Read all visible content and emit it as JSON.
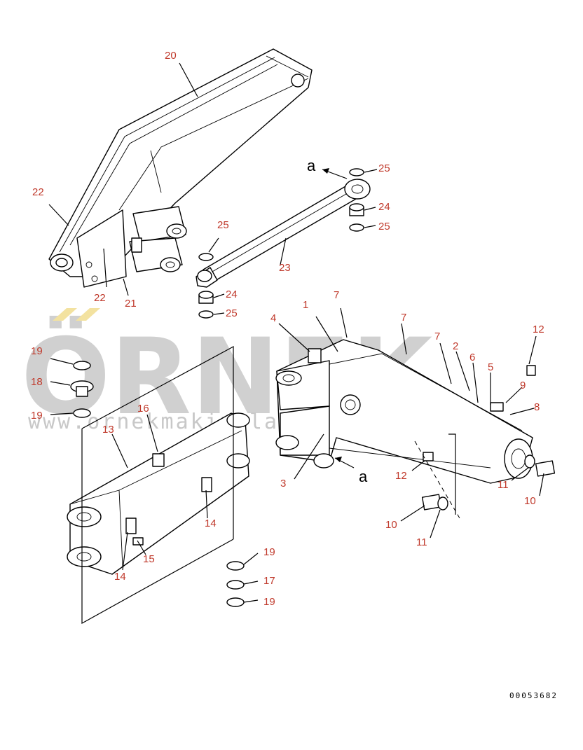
{
  "watermark": {
    "brand": "ÖRNEK",
    "url": "www.ornekmakinalari.com.tr"
  },
  "document_number": "00053682",
  "colors": {
    "callout": "#c0392b",
    "watermark": "#d0d0d0",
    "line": "#000000"
  },
  "callouts": {
    "c20": "20",
    "c22a": "22",
    "c22b": "22",
    "c21": "21",
    "c25a": "25",
    "c24a": "24",
    "c25b": "25",
    "c23": "23",
    "c25c": "25",
    "c24b": "24",
    "c25d": "25",
    "c1": "1",
    "c7a": "7",
    "c7b": "7",
    "c7c": "7",
    "c4": "4",
    "c2": "2",
    "c6": "6",
    "c5": "5",
    "c12a": "12",
    "c9": "9",
    "c8": "8",
    "c3": "3",
    "c12b": "12",
    "c11a": "11",
    "c10a": "10",
    "c10b": "10",
    "c11b": "11",
    "c19a": "19",
    "c18": "18",
    "c19b": "19",
    "c16": "16",
    "c13": "13",
    "c14a": "14",
    "c14b": "14",
    "c15": "15",
    "c19c": "19",
    "c17": "17",
    "c19d": "19"
  },
  "view_markers": {
    "a_top": "a",
    "a_bottom": "a"
  }
}
